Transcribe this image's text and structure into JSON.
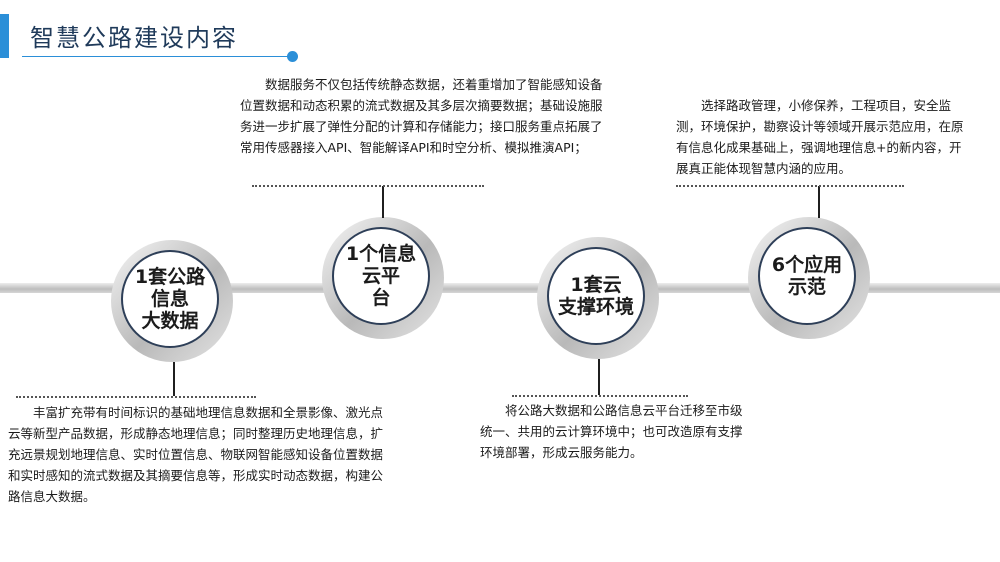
{
  "slide": {
    "title": "智慧公路建设内容"
  },
  "nodes": [
    {
      "label": "1套公路信息\n大数据",
      "description": "丰富扩充带有时间标识的基础地理信息数据和全景影像、激光点云等新型产品数据，形成静态地理信息；同时整理历史地理信息，扩充远景规划地理信息、实时位置信息、物联网智能感知设备位置数据和实时感知的流式数据及其摘要信息等，形成实时动态数据，构建公路信息大数据。"
    },
    {
      "label": "1个信息云平\n台",
      "description": "数据服务不仅包括传统静态数据，还着重增加了智能感知设备位置数据和动态积累的流式数据及其多层次摘要数据；基础设施服务进一步扩展了弹性分配的计算和存储能力；接口服务重点拓展了常用传感器接入API、智能解译API和时空分析、模拟推演API；"
    },
    {
      "label": "1套云\n支撑环境",
      "description": "将公路大数据和公路信息云平台迁移至市级统一、共用的云计算环境中；也可改造原有支撑环境部署，形成云服务能力。"
    },
    {
      "label": "6个应用\n示范",
      "description": "选择路政管理，小修保养，工程项目，安全监测，环境保护，勘察设计等领域开展示范应用，在原有信息化成果基础上，强调地理信息+的新内容，开展真正能体现智慧内涵的应用。"
    }
  ],
  "colors": {
    "accent": "#2b8fd8",
    "circle_border": "#2e3f58"
  }
}
